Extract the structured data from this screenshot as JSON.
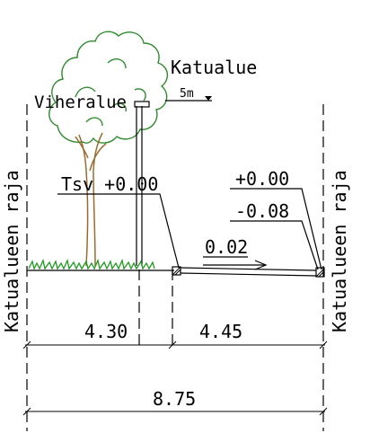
{
  "labels": {
    "street_area": "Katualue",
    "green_area": "Viheralue",
    "scale": "5m",
    "left_boundary": "Katualueen raja",
    "right_boundary": "Katualueen raja",
    "tsv": "Tsv +0.00",
    "elev_top": "+0.00",
    "elev_mid": "-0.08",
    "slope": "0.02"
  },
  "dimensions": {
    "left": "4.30",
    "right": "4.45",
    "total": "8.75"
  },
  "colors": {
    "tree": "#2e8b2e",
    "trunk": "#9a6b2f",
    "grass": "#1f9a1f"
  }
}
